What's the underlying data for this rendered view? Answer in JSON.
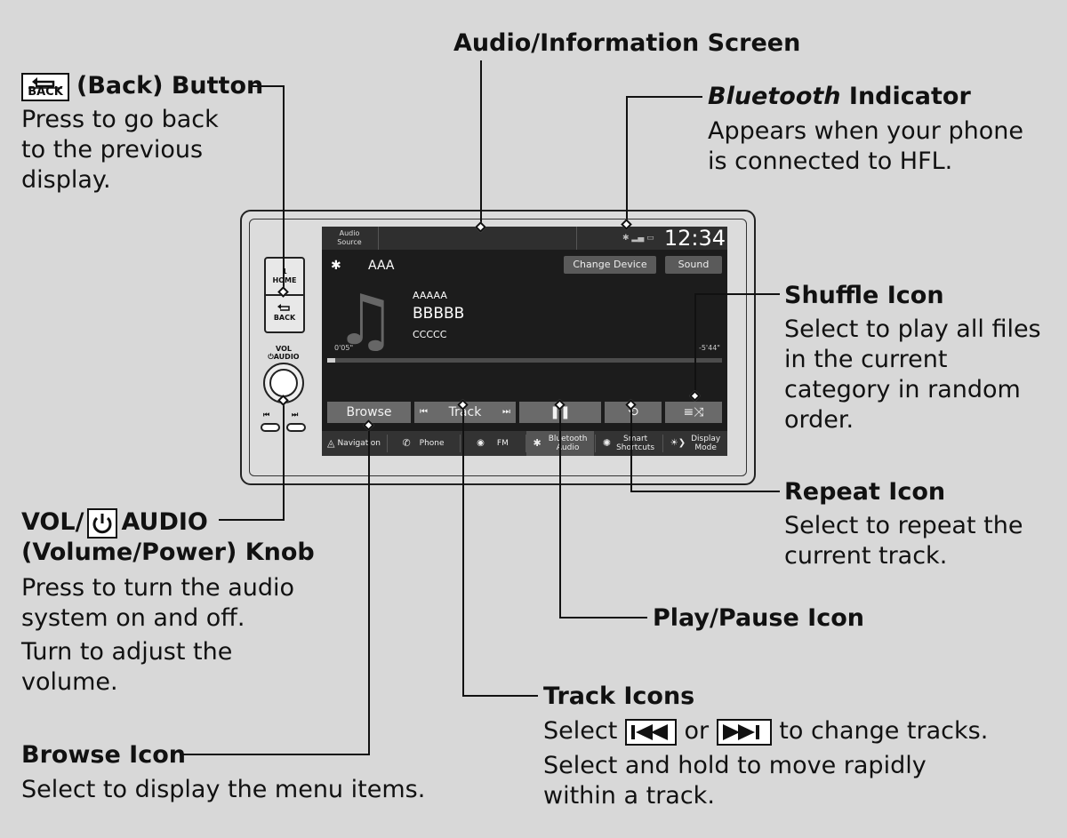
{
  "heading": "Audio/Information Screen",
  "back_button": {
    "icon_text": "BACK",
    "title": "(Back) Button",
    "desc": [
      "Press to go back",
      "to the previous",
      "display."
    ]
  },
  "bluetooth_indicator": {
    "title_italic": "Bluetooth",
    "title_rest": " Indicator",
    "desc": [
      "Appears when your phone",
      "is connected to HFL."
    ]
  },
  "shuffle_icon": {
    "title": "Shuffle Icon",
    "desc": [
      "Select to play all files",
      "in the current",
      "category in random",
      "order."
    ]
  },
  "repeat_icon": {
    "title": "Repeat Icon",
    "desc": [
      "Select to repeat the",
      "current track."
    ]
  },
  "play_pause_icon": {
    "title": "Play/Pause Icon"
  },
  "track_icons": {
    "title": "Track Icons",
    "desc_select": "Select",
    "desc_or": "or",
    "desc_to": "to change tracks.",
    "desc_more": [
      "Select and hold to move rapidly",
      "within a track."
    ]
  },
  "volume_knob": {
    "title_a": "VOL/",
    "title_b": "AUDIO",
    "title_line2": "(Volume/Power) Knob",
    "desc": [
      "Press to turn the audio",
      "system on and off.",
      "Turn to adjust the",
      "volume."
    ]
  },
  "browse_icon": {
    "title": "Browse Icon",
    "desc": "Select to display the menu items."
  },
  "device": {
    "home_label_1": "1",
    "home_label_2": "HOME",
    "back_label": "BACK",
    "vol_label": "VOL",
    "audio_label": "AUDIO"
  },
  "screen": {
    "audio_source": [
      "Audio",
      "Source"
    ],
    "clock": "12:34",
    "device_name": "AAA",
    "change_device": "Change Device",
    "sound": "Sound",
    "track_line1": "AAAAA",
    "track_line2": "BBBBB",
    "track_line3": "CCCCC",
    "elapsed": "0'05\"",
    "remaining": "-5'44\"",
    "progress": 0.02,
    "browse": "Browse",
    "track": "Track",
    "bottom_tabs": {
      "navigation": "Navigation",
      "phone": "Phone",
      "fm": "FM",
      "bt_audio": [
        "Bluetooth",
        "Audio"
      ],
      "smart_shortcuts": [
        "Smart",
        "Shortcuts"
      ],
      "display_mode": [
        "Display",
        "Mode"
      ]
    }
  },
  "colors": {
    "background": "#d8d8d8",
    "screen": "#1c1c1c",
    "button": "#6a6a6a"
  }
}
